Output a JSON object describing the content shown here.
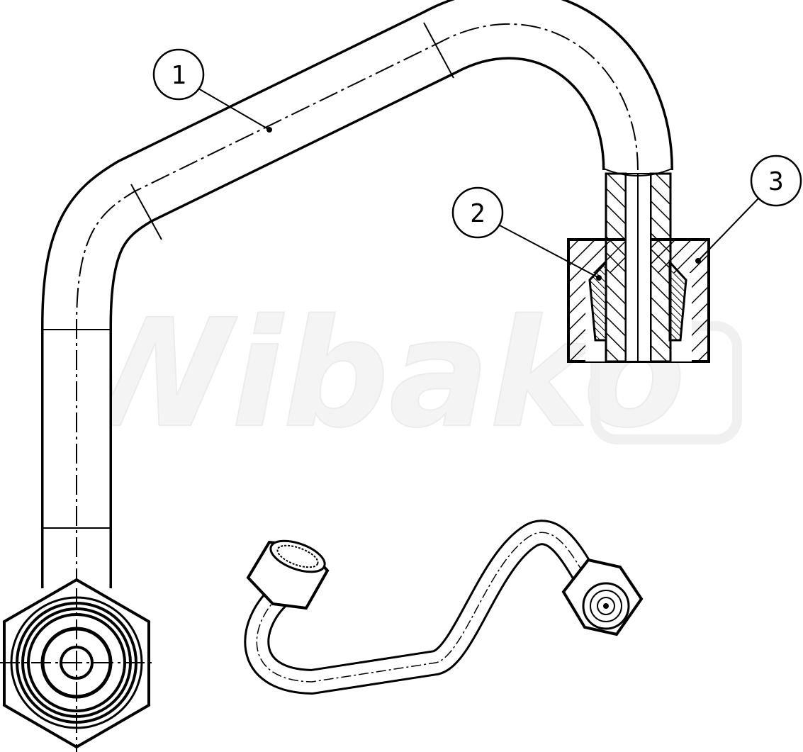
{
  "drawing": {
    "watermark": "Wibako",
    "callouts": [
      {
        "label": "1"
      },
      {
        "label": "2"
      },
      {
        "label": "3"
      }
    ],
    "line_color": "#000000",
    "watermark_color": "#f0f0f0"
  }
}
